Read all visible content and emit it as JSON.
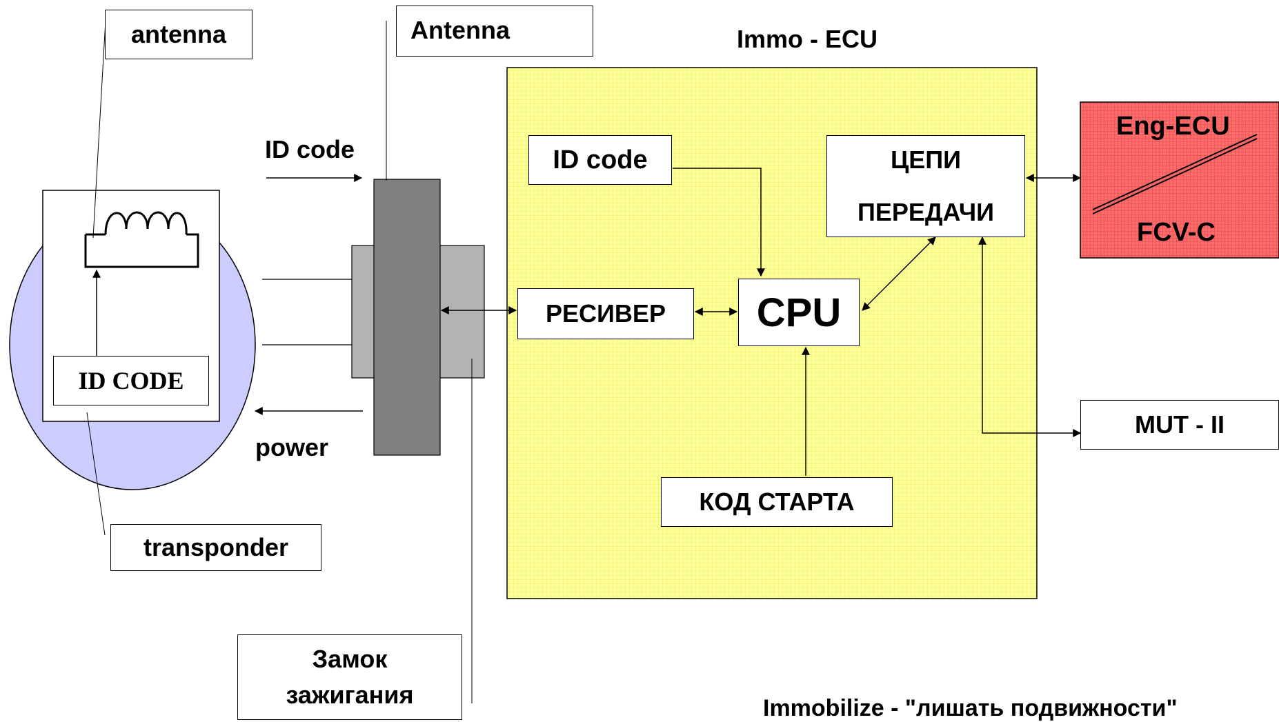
{
  "transponder": {
    "antenna_label": "antenna",
    "id_code_label": "ID CODE",
    "transponder_label": "transponder"
  },
  "lock": {
    "antenna_label": "Antenna",
    "id_code_arrow_label": "ID code",
    "power_arrow_label": "power",
    "ignition_lock_label_line1": "Замок",
    "ignition_lock_label_line2": "зажигания"
  },
  "ecu": {
    "title": "Immo - ECU",
    "id_code_label": "ID code",
    "receiver_label": "РЕСИВЕР",
    "cpu_label": "CPU",
    "transmit_label_line1": "ЦЕПИ",
    "transmit_label_line2": "ПЕРЕДАЧИ",
    "start_code_label": "КОД СТАРТА"
  },
  "external": {
    "eng_ecu_label": "Eng-ECU",
    "fcv_label": "FCV-C",
    "mut_label": "MUT - II"
  },
  "footer": {
    "note": "Immobilize - \"лишать подвижности\""
  },
  "colors": {
    "ellipse_fill": "#ccccff",
    "ecu_fill": "#ffff99",
    "ecu_grid": "#e8e870",
    "eng_ecu_fill": "#ff6666",
    "antenna_dark": "#808080",
    "antenna_light": "#b3b3b3"
  }
}
